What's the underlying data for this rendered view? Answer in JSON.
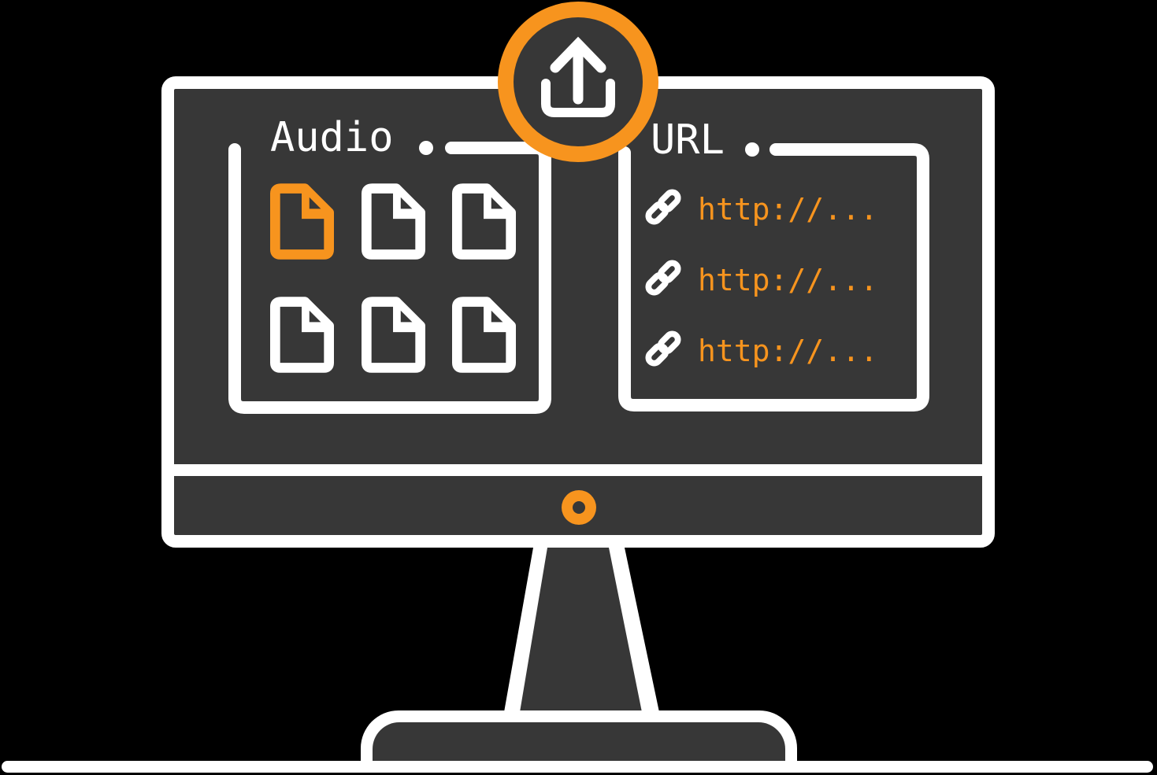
{
  "illustration": {
    "background_color": "#000000",
    "monitor_color": "#373737",
    "line_color": "#ffffff",
    "accent_color": "#f7941e",
    "description": "Monitor illustration with audio file uploads and URL links, upload badge on top"
  },
  "upload_badge": {
    "icon": "upload-icon"
  },
  "audio_panel": {
    "label": "Audio",
    "files": [
      {
        "icon": "file-icon",
        "highlighted": true
      },
      {
        "icon": "file-icon",
        "highlighted": false
      },
      {
        "icon": "file-icon",
        "highlighted": false
      },
      {
        "icon": "file-icon",
        "highlighted": false
      },
      {
        "icon": "file-icon",
        "highlighted": false
      },
      {
        "icon": "file-icon",
        "highlighted": false
      }
    ]
  },
  "url_panel": {
    "label": "URL",
    "links": [
      {
        "icon": "link-icon",
        "text": "http://..."
      },
      {
        "icon": "link-icon",
        "text": "http://..."
      },
      {
        "icon": "link-icon",
        "text": "http://..."
      }
    ]
  }
}
